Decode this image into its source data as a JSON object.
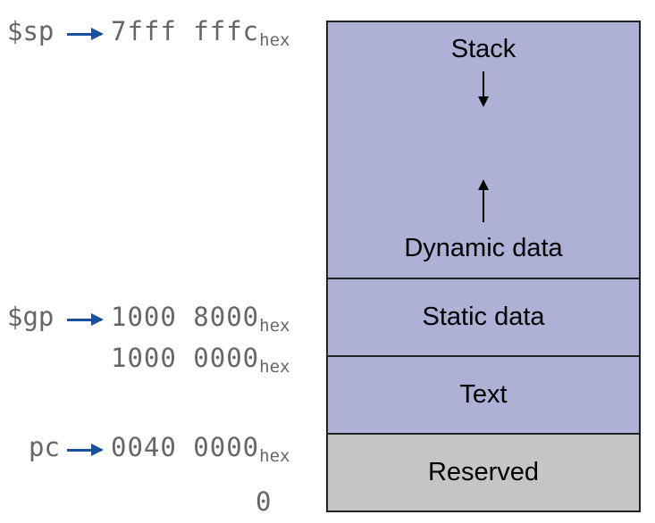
{
  "segments": {
    "stack": "Stack",
    "dynamic": "Dynamic data",
    "static": "Static data",
    "text": "Text",
    "reserved": "Reserved"
  },
  "addresses": {
    "sp_addr": "7fff fffc",
    "gp_addr": "1000 8000",
    "data_base": "1000 0000",
    "pc_addr": "0040 0000",
    "zero": "0",
    "hex_suffix": "hex"
  },
  "registers": {
    "sp": "$sp",
    "gp": "$gp",
    "pc": "pc"
  },
  "colors": {
    "segment_fill": "#aeb0d6",
    "reserved_fill": "#c5c5c5",
    "pointer_arrow": "#1a4f9c",
    "address_text": "#666666"
  }
}
